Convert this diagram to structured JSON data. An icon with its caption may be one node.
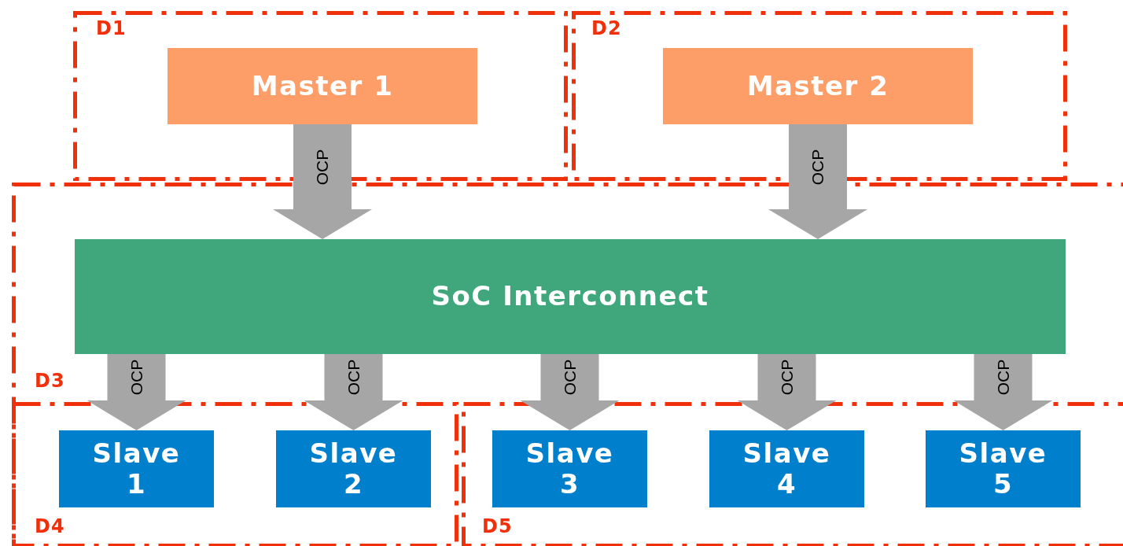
{
  "diagram": {
    "nodes": [
      {
        "text": [
          "D1"
        ]
      },
      {
        "text": [
          "Master 1"
        ],
        "in": 0
      },
      {
        "text": [
          "D2"
        ]
      },
      {
        "text": [
          "Master 2"
        ],
        "in": 2
      },
      {
        "text": [
          "D3"
        ]
      },
      {
        "text": [
          "SoC Interconnect"
        ],
        "in": 4
      },
      {
        "text": [
          "D4"
        ],
        "in": 4
      },
      {
        "text": [
          "Slave 1"
        ],
        "in": 6
      },
      {
        "text": [
          "Slave 2"
        ],
        "in": 6
      },
      {
        "text": [
          "D5"
        ],
        "in": 4
      },
      {
        "text": [
          "Slave 3"
        ],
        "in": 9
      },
      {
        "text": [
          "Slave 4"
        ],
        "in": 9
      },
      {
        "text": [
          "Slave 5"
        ],
        "in": 9
      }
    ],
    "edges": [
      {
        "from": 1,
        "to": 5,
        "arrow": "to",
        "label": "OCP"
      },
      {
        "from": 3,
        "to": 5,
        "arrow": "to",
        "label": "OCP"
      },
      {
        "from": 5,
        "to": 7,
        "arrow": "to",
        "label": "OCP"
      },
      {
        "from": 5,
        "to": 8,
        "arrow": "to",
        "label": "OCP"
      },
      {
        "from": 5,
        "to": 10,
        "arrow": "to",
        "label": "OCP"
      },
      {
        "from": 5,
        "to": 11,
        "arrow": "to",
        "label": "OCP"
      },
      {
        "from": 5,
        "to": 12,
        "arrow": "to",
        "label": "OCP"
      }
    ]
  }
}
